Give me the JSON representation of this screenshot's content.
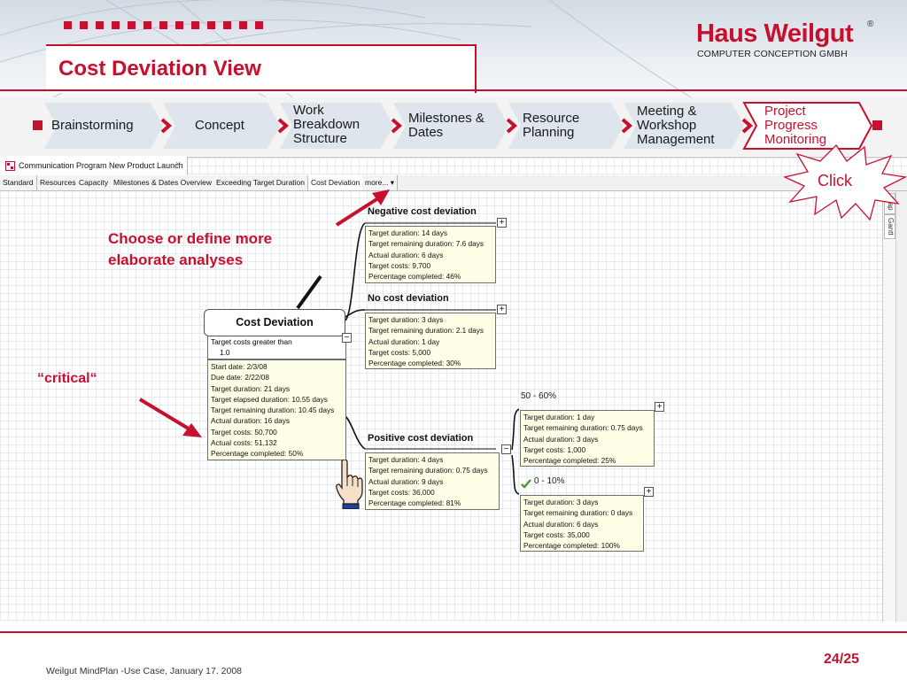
{
  "header": {
    "title": "Cost Deviation View",
    "logo_name": "Haus Weilgut",
    "logo_reg": "®",
    "logo_sub": "COMPUTER CONCEPTION   GMBH"
  },
  "process_steps": [
    {
      "label": "Brainstorming"
    },
    {
      "label": "Concept"
    },
    {
      "label": "Work Breakdown Structure"
    },
    {
      "label": "Milestones & Dates"
    },
    {
      "label": "Resource Planning"
    },
    {
      "label": "Meeting & Workshop Management"
    },
    {
      "label": "Project Progress Monitoring"
    }
  ],
  "app": {
    "document_tab": "Communication Program New Product Launch",
    "document_tab_close": "×",
    "view_tabs": [
      "Standard",
      "Resources",
      "Capacity",
      "Milestones & Dates Overview",
      "Exceeding Target Duration",
      "Cost Deviation",
      "more... ▾"
    ],
    "side_tabs": [
      "Map",
      "Gantt"
    ]
  },
  "mindmap": {
    "root": {
      "title": "Cost Deviation",
      "filter": [
        "Target costs greater than",
        "1.0"
      ],
      "details": [
        "Start date: 2/3/08",
        "Due date: 2/22/08",
        "Target duration: 21 days",
        "Target elapsed duration: 10.55 days",
        "Target remaining duration: 10.45 days",
        "Actual duration: 16 days",
        "Target costs: 50,700",
        "Actual costs: 51,132",
        "Percentage completed: 50%"
      ]
    },
    "negative": {
      "title": "Negative cost deviation",
      "details": [
        "Target duration: 14 days",
        "Target remaining duration: 7.6 days",
        "Actual duration: 6 days",
        "Target costs: 9,700",
        "Percentage completed: 46%"
      ]
    },
    "none": {
      "title": "No cost deviation",
      "details": [
        "Target duration: 3 days",
        "Target remaining duration: 2.1 days",
        "Actual duration: 1 day",
        "Target costs: 5,000",
        "Percentage completed: 30%"
      ]
    },
    "positive": {
      "title": "Positive cost deviation",
      "details": [
        "Target duration: 4 days",
        "Target remaining duration: 0.75 days",
        "Actual duration: 9 days",
        "Target costs: 36,000",
        "Percentage completed: 81%"
      ]
    },
    "range_high": {
      "label": "50 - 60%",
      "details": [
        "Target duration: 1 day",
        "Target remaining duration: 0.75 days",
        "Actual duration: 3 days",
        "Target costs: 1,000",
        "Percentage completed: 25%"
      ]
    },
    "range_low": {
      "label": "0 - 10%",
      "details": [
        "Target duration: 3 days",
        "Target remaining duration: 0 days",
        "Actual duration: 6 days",
        "Target costs: 35,000",
        "Percentage completed: 100%"
      ]
    },
    "expand_symbol": "+",
    "collapse_symbol": "−"
  },
  "annotations": {
    "click": "Click",
    "choose": [
      "Choose or define more",
      "elaborate analyses"
    ],
    "critical": "“critical“"
  },
  "footer": {
    "text": "Weilgut MindPlan -Use Case, January 17. 2008",
    "page": "24/25"
  },
  "colors": {
    "brand_red": "#c8102e",
    "step_bg": "#dfe5ec",
    "node_fill": "#ffffe8"
  }
}
